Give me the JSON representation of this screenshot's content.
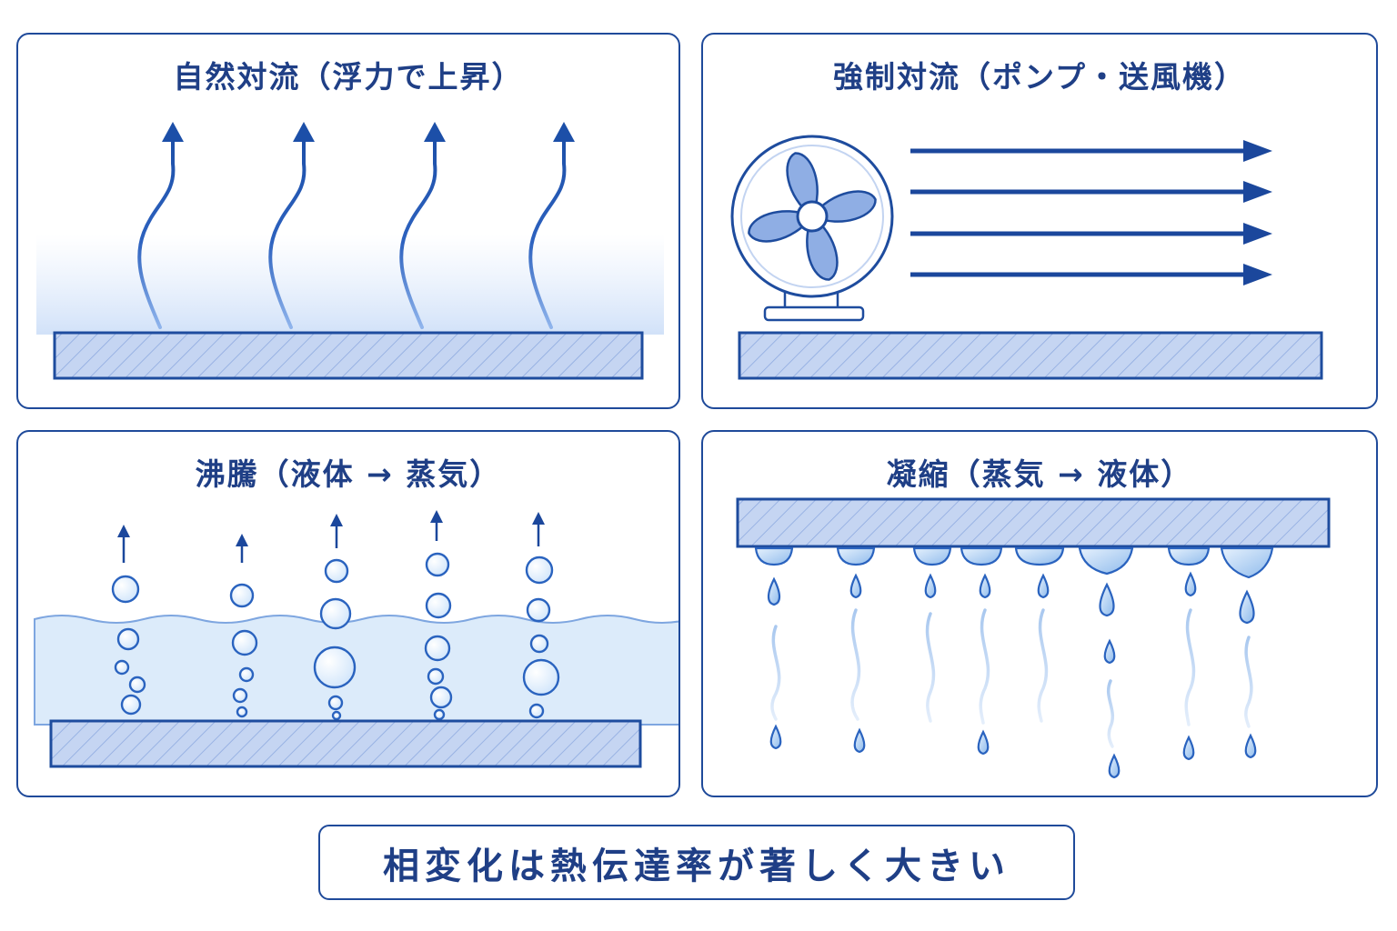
{
  "colors": {
    "frame": "#1f4a9a",
    "title_text": "#1f3f86",
    "arrow": "#1f56b0",
    "plate_fill": "#c5d5f2",
    "plate_stroke": "#1e4c9e",
    "fan_blade": "#8faee4",
    "water": "#dcebfa",
    "bubble": "#eaf4ff",
    "drop": "#a9cbf0"
  },
  "panels": {
    "natural_convection": {
      "title": "自然対流（浮力で上昇）",
      "icon": "rising-wavy-arrows-icon"
    },
    "forced_convection": {
      "title": "強制対流（ポンプ・送風機）",
      "icon": "fan-icon"
    },
    "boiling": {
      "title": "沸騰（液体 → 蒸気）",
      "icon": "rising-bubbles-icon"
    },
    "condensation": {
      "title": "凝縮（蒸気 → 液体）",
      "icon": "falling-droplets-icon"
    }
  },
  "summary": "相変化は熱伝達率が著しく大きい"
}
